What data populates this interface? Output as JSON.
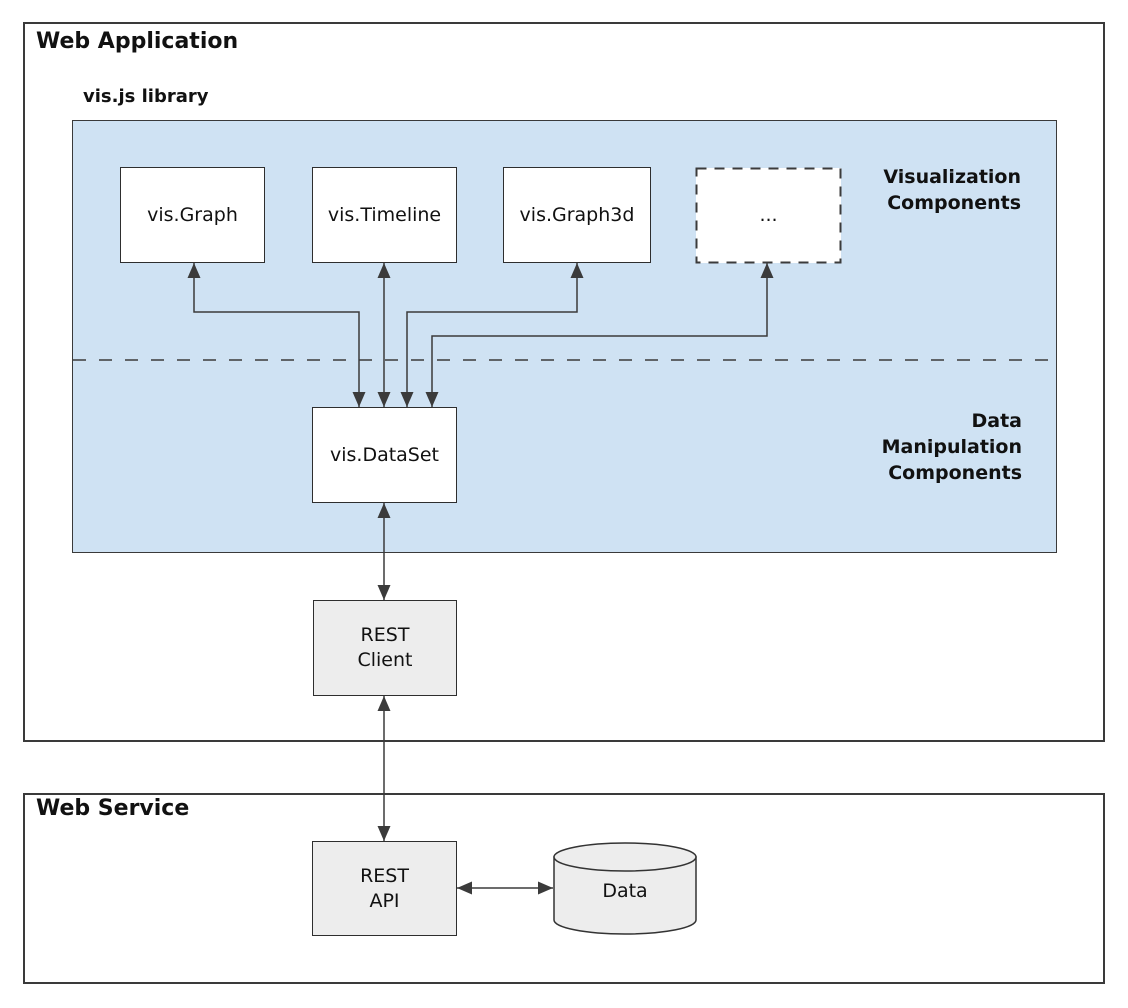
{
  "web_application": {
    "title": "Web Application"
  },
  "library": {
    "title": "vis.js library",
    "nodes": {
      "graph": "vis.Graph",
      "timeline": "vis.Timeline",
      "graph3d": "vis.Graph3d",
      "ellipsis": "...",
      "dataset": "vis.DataSet"
    },
    "visualization_label": "Visualization\nComponents",
    "data_manipulation_label": "Data\nManipulation\nComponents"
  },
  "rest_client_label": "REST\nClient",
  "web_service": {
    "title": "Web Service",
    "rest_api_label": "REST\nAPI",
    "data_store_label": "Data"
  },
  "colors": {
    "library_panel_fill": "#cfe2f3",
    "node_fill": "#ffffff",
    "service_node_fill": "#ededed",
    "line": "#3b3b3b",
    "text": "#111111"
  }
}
